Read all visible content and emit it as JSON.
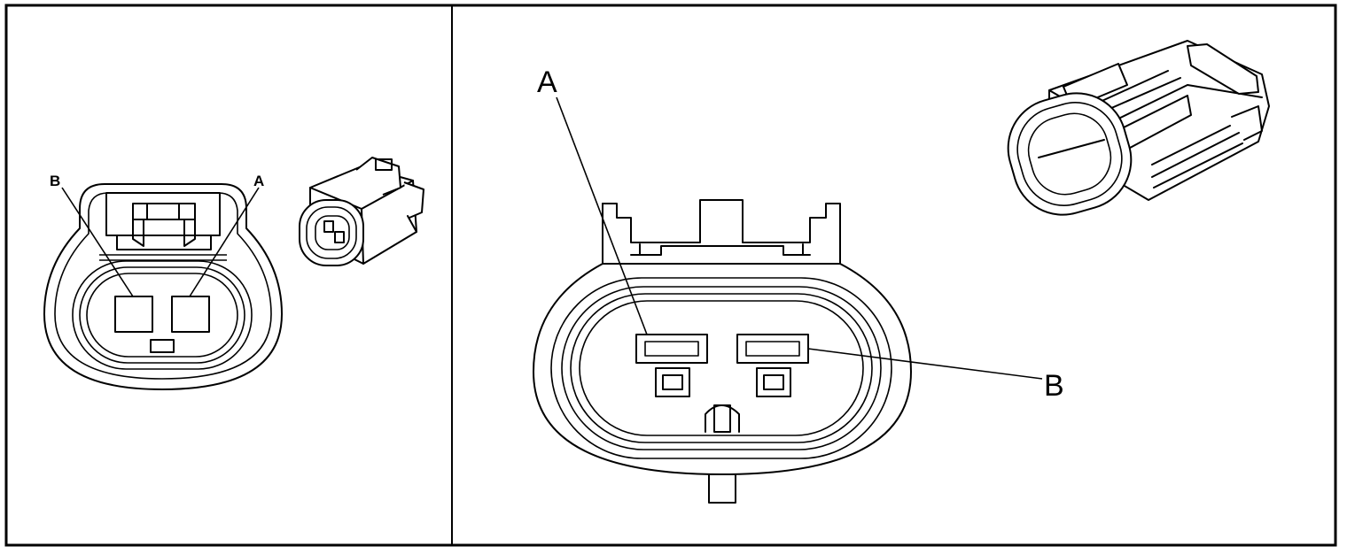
{
  "colors": {
    "line": "#000000",
    "background": "#ffffff"
  },
  "left_panel": {
    "face_view": {
      "label_b": "B",
      "label_a": "A"
    },
    "iso_view": {
      "icon": "connector-2-pin-small-iso"
    }
  },
  "right_panel": {
    "face_view": {
      "label_a": "A",
      "label_b": "B"
    },
    "iso_view": {
      "icon": "connector-2-pin-large-iso"
    }
  }
}
